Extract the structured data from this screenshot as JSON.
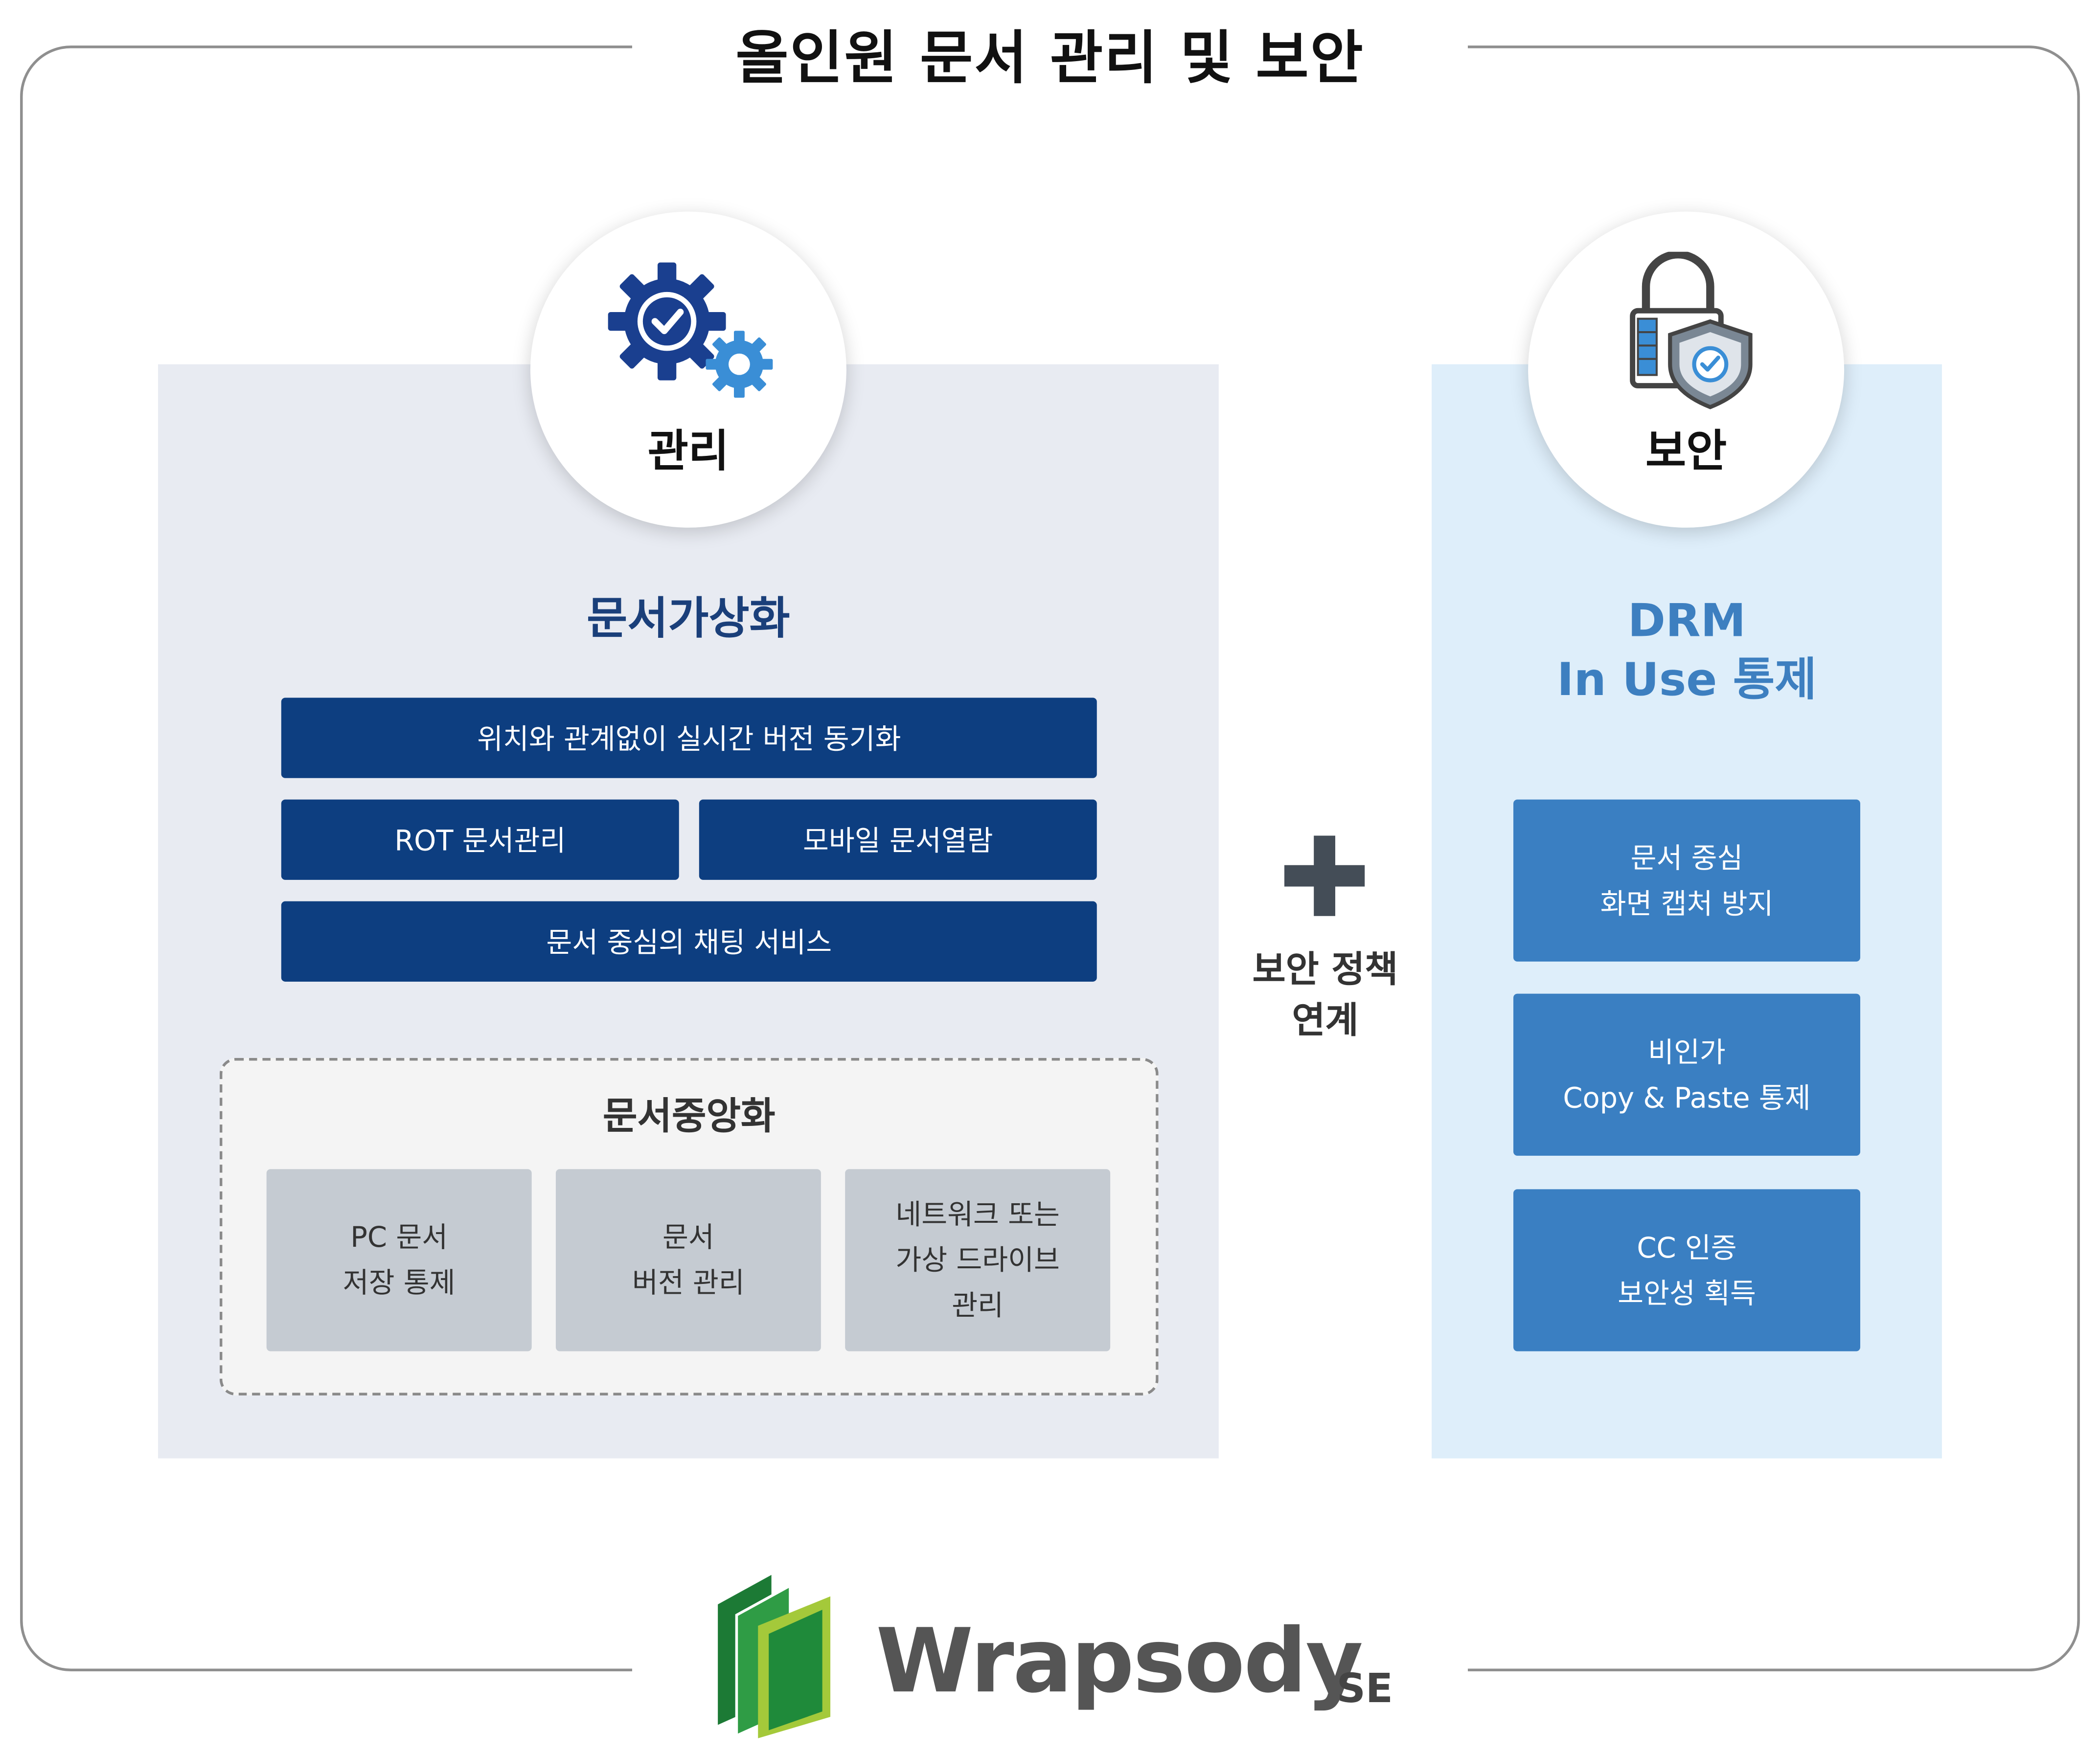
{
  "title": "올인원 문서 관리 및 보안",
  "management": {
    "label": "관리",
    "heading": "문서가상화",
    "items": {
      "sync": "위치와 관계없이 실시간 버전 동기화",
      "rot": "ROT 문서관리",
      "mobile": "모바일 문서열람",
      "chat": "문서 중심의 채팅 서비스"
    },
    "central": {
      "heading": "문서중앙화",
      "boxes": [
        "PC 문서\n저장 통제",
        "문서\n버전 관리",
        "네트워크 또는\n가상 드라이브\n관리"
      ]
    }
  },
  "link": {
    "symbol": "+",
    "label": "보안 정책\n연계"
  },
  "security": {
    "label": "보안",
    "heading": [
      "DRM",
      "In Use 통제"
    ],
    "items": [
      "문서 중심\n화면 캡처 방지",
      "비인가\nCopy & Paste 통제",
      "CC 인증\n보안성 획득"
    ]
  },
  "logo": {
    "name": "Wrapsody",
    "suffix": "SE"
  },
  "colors": {
    "navy": "#0d3e80",
    "blue": "#3a7fc2",
    "heading_navy": "#1a3f7a",
    "heading_blue": "#3d7fc0",
    "grey_box": "#c5cbd2",
    "left_panel": "#e8ebf2",
    "right_panel": "#deeefa",
    "logo_green": "#1f8a3a",
    "logo_lime": "#a4c93a"
  },
  "icons": [
    "gears-check-icon",
    "padlock-shield-icon",
    "plus-icon",
    "wrapsody-logo-icon"
  ]
}
